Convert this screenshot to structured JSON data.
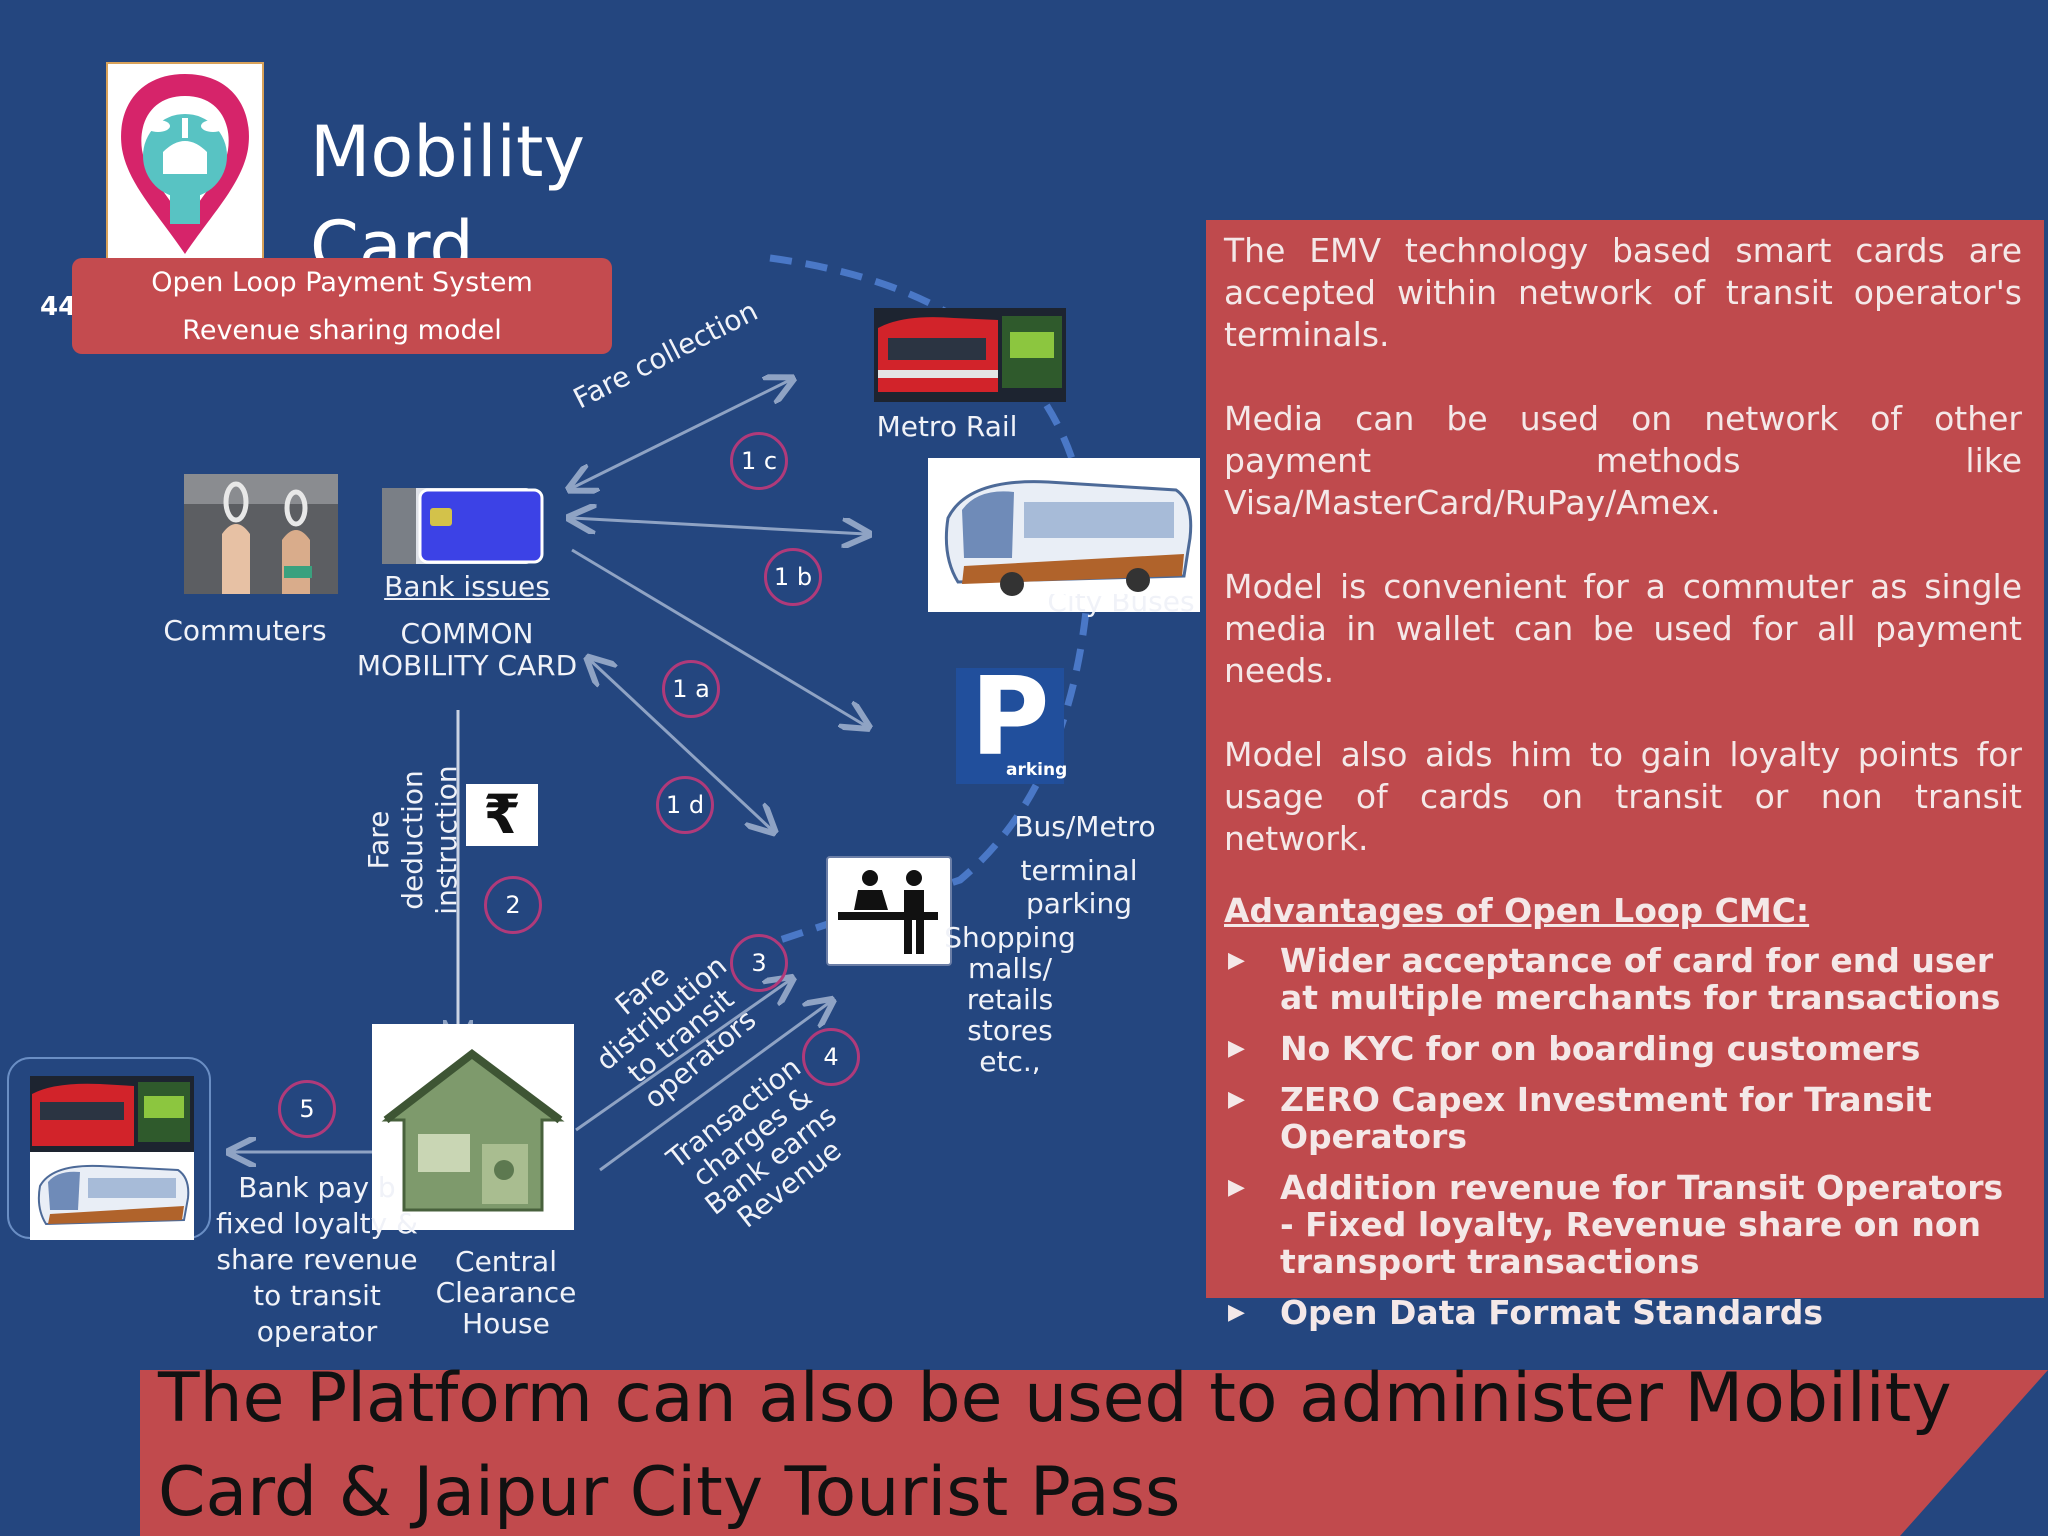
{
  "page_number": "44",
  "title": {
    "line1": "Mobility",
    "line2": "Card"
  },
  "header_box": {
    "line1": "Open Loop Payment System",
    "line2": "Revenue sharing model"
  },
  "diagram": {
    "commuters": "Commuters",
    "bank_issues": "Bank issues",
    "cmc": "COMMON MOBILITY CARD",
    "metro_rail": "Metro Rail",
    "city_buses": "City Buses",
    "parking_logo": "arking",
    "parking_label_1": "Bus/Metro",
    "parking_label_2": "terminal parking",
    "shopping": "Shopping malls/ retails stores etc.,",
    "fare_collection": "Fare collection",
    "fare_deduction": "Fare deduction instruction",
    "fare_distribution": "Fare distribution to transit operators",
    "transaction_charges": "Transaction charges & Bank earns Revenue",
    "bank_pay": "Bank pay b fixed loyalty & share revenue to transit operator",
    "clearing_house": "Central Clearance House",
    "rupee_symbol": "₹",
    "steps": {
      "s1a": "1 a",
      "s1b": "1 b",
      "s1c": "1 c",
      "s1d": "1 d",
      "s2": "2",
      "s3": "3",
      "s4": "4",
      "s5": "5"
    }
  },
  "panel": {
    "p1": "The EMV technology based smart cards are accepted within network of transit operator's terminals.",
    "p2": "Media can be used on network of other payment methods like Visa/MasterCard/RuPay/Amex.",
    "p3": "Model is convenient for a commuter as single media in wallet can be used for all payment needs.",
    "p4": "Model also aids him to gain loyalty points for usage of cards on transit or non transit network.",
    "advantages_heading": "Advantages of Open Loop CMC:",
    "advantages": [
      "Wider acceptance of card for end user at multiple merchants for transactions",
      "No KYC for on boarding customers",
      "ZERO Capex Investment for Transit Operators",
      "Addition revenue for Transit Operators - Fixed loyalty, Revenue share on non transport transactions",
      "Open Data Format Standards"
    ]
  },
  "footer_text": "The Platform can also be used to administer Mobility Card & Jaipur City Tourist Pass",
  "colors": {
    "background": "#24467f",
    "panel": "#bf4a4d",
    "circle": "#b03a7a",
    "arrow": "#8fa3c4"
  }
}
